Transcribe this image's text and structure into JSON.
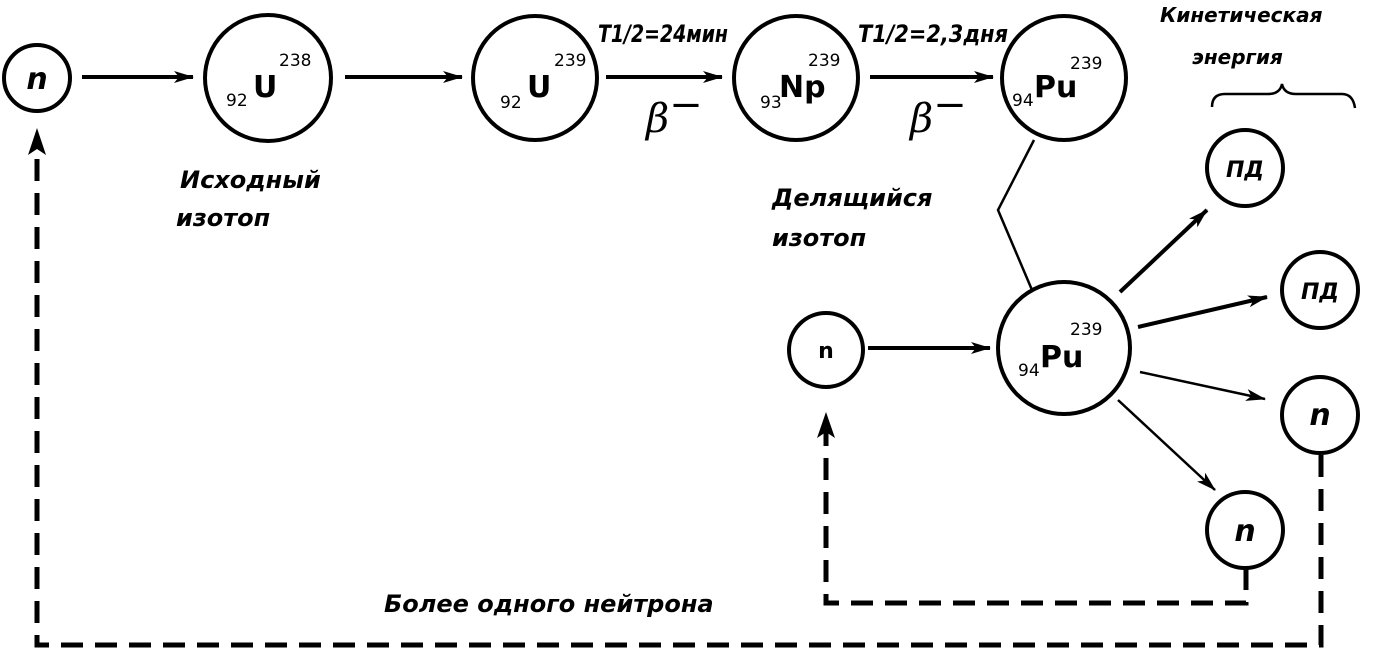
{
  "nodes": {
    "n_start": "n",
    "u238": {
      "symbol": "U",
      "z": "92",
      "a": "238"
    },
    "u239": {
      "symbol": "U",
      "z": "92",
      "a": "239"
    },
    "np239": {
      "symbol": "Np",
      "z": "93",
      "a": "239"
    },
    "pu239_top": {
      "symbol": "Pu",
      "z": "94",
      "a": "239"
    },
    "pu239_fission": {
      "symbol": "Pu",
      "z": "94",
      "a": "239"
    },
    "n_incoming": "n",
    "fragment_1": "ПД",
    "fragment_2": "ПД",
    "n_out_1": "n",
    "n_out_2": "n"
  },
  "transitions": {
    "u239_to_np": {
      "half_life": "T1/2=24мин",
      "decay": "β",
      "sign": "−"
    },
    "np_to_pu": {
      "half_life": "T1/2=2,3дня",
      "decay": "β",
      "sign": "−"
    }
  },
  "labels": {
    "source_isotope_line1": "Исходный",
    "source_isotope_line2": "изотоп",
    "fissile_isotope_line1": "Делящийся",
    "fissile_isotope_line2": "изотоп",
    "kinetic_energy_line1": "Кинетическая",
    "kinetic_energy_line2": "энергия",
    "more_than_one_neutron": "Более одного нейтрона"
  }
}
